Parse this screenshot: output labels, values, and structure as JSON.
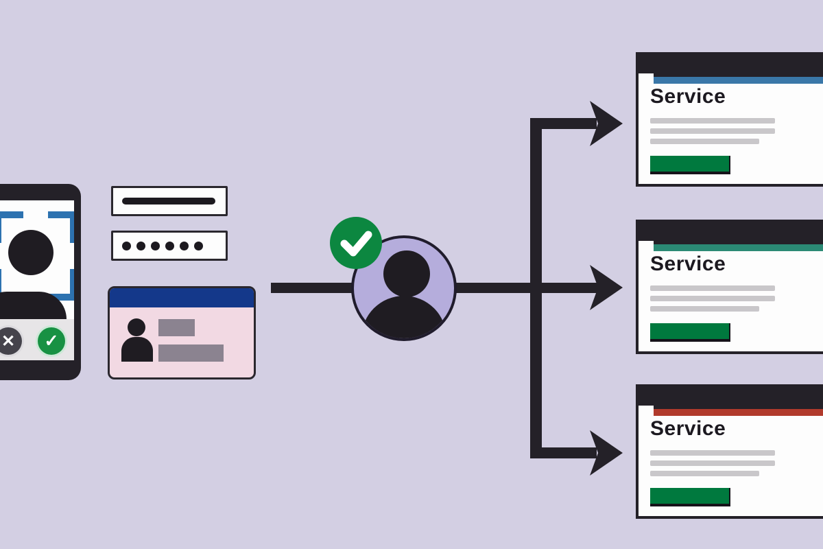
{
  "canvas": {
    "background": "#d3cfe3"
  },
  "phone": {
    "description": "smartphone performing face scan for identity verification",
    "reject_glyph": "✕",
    "accept_glyph": "✓",
    "scan_frame_color": "#2d72b0",
    "reject_color": "#45434b",
    "accept_color": "#189143"
  },
  "credentials": {
    "username_masked_bar": true,
    "password_dot_count": 6
  },
  "id_card": {
    "header_color": "#14388a",
    "body_color": "#f2d9e3",
    "text_bar_color": "#8b8390"
  },
  "identity": {
    "verified": true,
    "badge_glyph": "check",
    "badge_color": "#0c8740",
    "avatar_fill": "#b5addc"
  },
  "connector": {
    "color": "#242128"
  },
  "services": [
    {
      "title": "Service",
      "accent_color": "#3a77a8",
      "button_color": "#00793e"
    },
    {
      "title": "Service",
      "accent_color": "#2b8a75",
      "button_color": "#00793e"
    },
    {
      "title": "Service",
      "accent_color": "#b13a2c",
      "button_color": "#00793e"
    }
  ]
}
